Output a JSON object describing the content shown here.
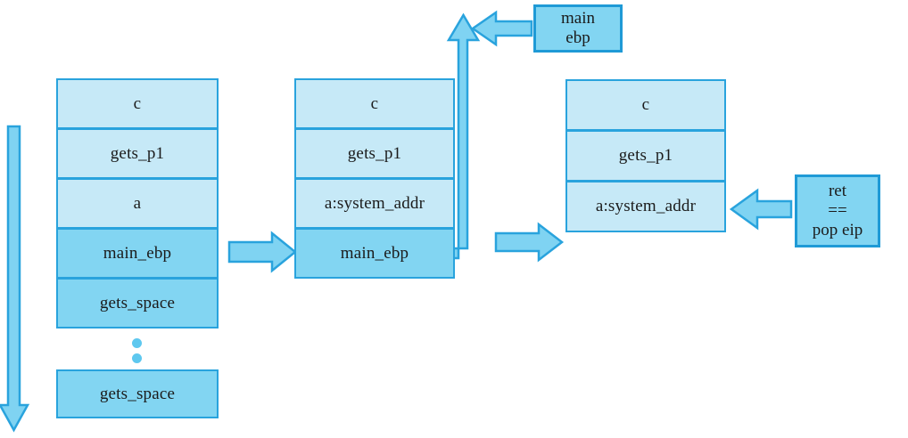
{
  "diagram": {
    "title": "Stack smashing return-to-system diagram",
    "colors": {
      "cell_light": "#c6e9f7",
      "cell_dark": "#82d5f2",
      "border": "#29a3dd",
      "arrow_fill": "#7fd3f2",
      "arrow_border": "#29a3dd",
      "dot": "#5ec8ef",
      "text": "#1b1b1b",
      "background": "#ffffff"
    }
  },
  "stacks": [
    {
      "name": "stack-before",
      "cells": [
        {
          "label": "c",
          "shade": "light"
        },
        {
          "label": "gets_p1",
          "shade": "light"
        },
        {
          "label": "a",
          "shade": "light"
        },
        {
          "label": "main_ebp",
          "shade": "dark"
        },
        {
          "label": "gets_space",
          "shade": "dark"
        }
      ],
      "ellipsis_dots": 2,
      "tail_cell": {
        "label": "gets_space",
        "shade": "dark"
      }
    },
    {
      "name": "stack-overwritten",
      "cells": [
        {
          "label": "c",
          "shade": "light"
        },
        {
          "label": "gets_p1",
          "shade": "light"
        },
        {
          "label": "a:system_addr",
          "shade": "light"
        },
        {
          "label": "main_ebp",
          "shade": "dark"
        }
      ]
    },
    {
      "name": "stack-after-leave",
      "cells": [
        {
          "label": "c",
          "shade": "light"
        },
        {
          "label": "gets_p1",
          "shade": "light"
        },
        {
          "label": "a:system_addr",
          "shade": "light"
        }
      ]
    }
  ],
  "notes": [
    {
      "name": "main-ebp-note",
      "lines": [
        "main",
        "ebp"
      ]
    },
    {
      "name": "ret-note",
      "lines": [
        "ret",
        "==",
        "pop eip"
      ]
    }
  ],
  "arrows": [
    {
      "name": "stack-growth-arrow",
      "direction": "down",
      "description": "stack grows downward"
    },
    {
      "name": "transition-arrow-1",
      "direction": "right",
      "description": "before -> overwritten"
    },
    {
      "name": "transition-arrow-2",
      "direction": "right",
      "description": "overwritten -> after leave"
    },
    {
      "name": "ebp-restore-arrow",
      "direction": "up",
      "description": "main_ebp popped into ebp"
    },
    {
      "name": "main-ebp-note-arrow",
      "direction": "left",
      "description": "main ebp note points to restore path"
    },
    {
      "name": "ret-pop-eip-arrow",
      "direction": "left",
      "description": "ret pops a:system_addr into eip"
    }
  ]
}
